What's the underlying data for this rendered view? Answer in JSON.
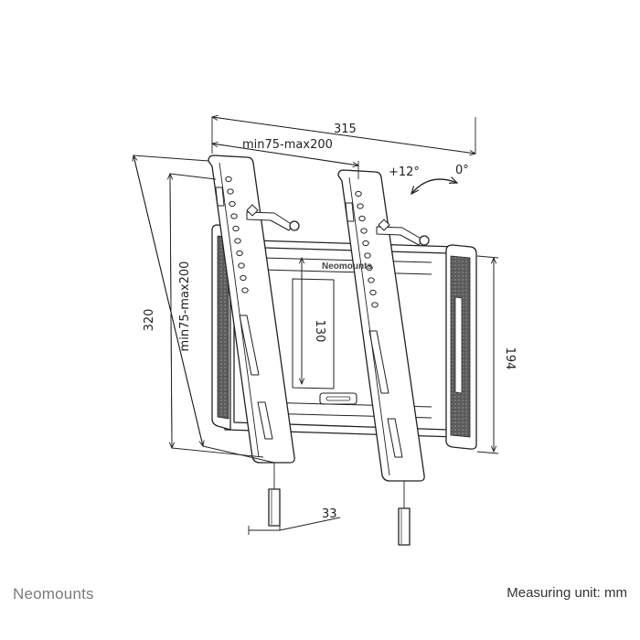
{
  "dimensions": {
    "overall_width": "315",
    "vesa_width": "min75-max200",
    "vesa_height": "min75-max200",
    "overall_height": "320",
    "wall_plate_height": "194",
    "inner_height": "130",
    "depth": "33"
  },
  "tilt": {
    "up_label": "+12°",
    "neutral_label": "0°"
  },
  "plate_logo": "Neomounts",
  "footer": {
    "brand": "Neomounts",
    "unit": "Measuring unit: mm"
  }
}
